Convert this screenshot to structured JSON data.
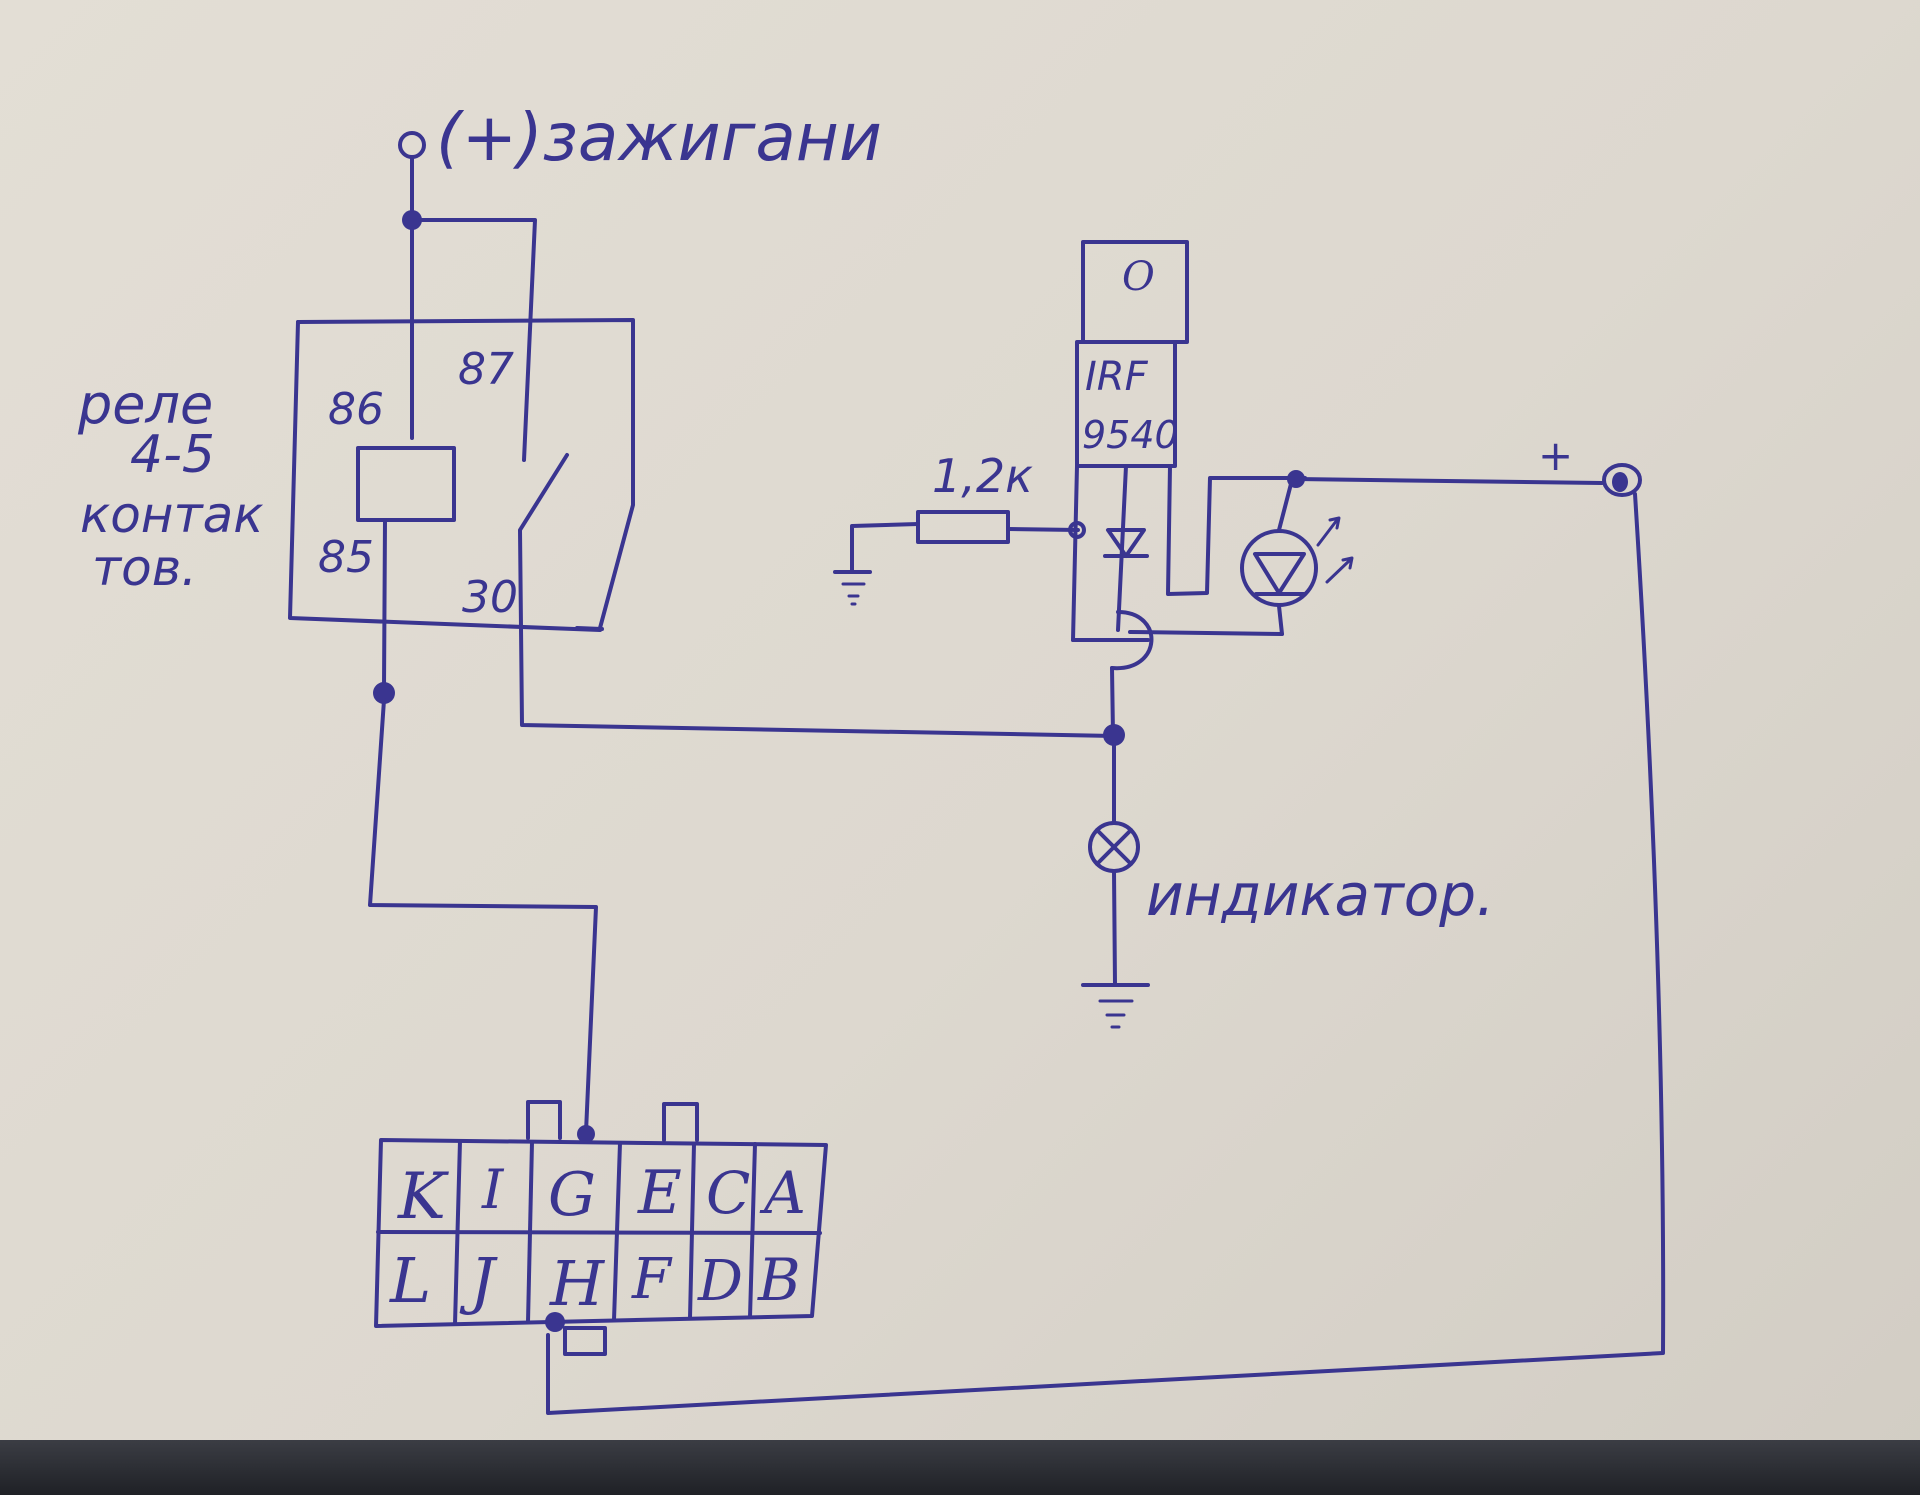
{
  "labels": {
    "ignition": "(+)зажигани",
    "relay_line1": "реле",
    "relay_line2": "4-5",
    "relay_line3": "контак",
    "relay_line4": "тов.",
    "pin86": "86",
    "pin87": "87",
    "pin85": "85",
    "pin30": "30",
    "mosfet_hole": "O",
    "mosfet_line1": "IRF",
    "mosfet_line2": "9540",
    "resistor": "1,2к",
    "plus": "+",
    "indicator": "индикатор."
  },
  "connector": {
    "top_row": [
      "K",
      "I",
      "G",
      "E",
      "C",
      "A"
    ],
    "bottom_row": [
      "L",
      "J",
      "H",
      "F",
      "D",
      "B"
    ]
  },
  "colors": {
    "ink": "#3a3590",
    "paper": "#e0dbd2"
  }
}
